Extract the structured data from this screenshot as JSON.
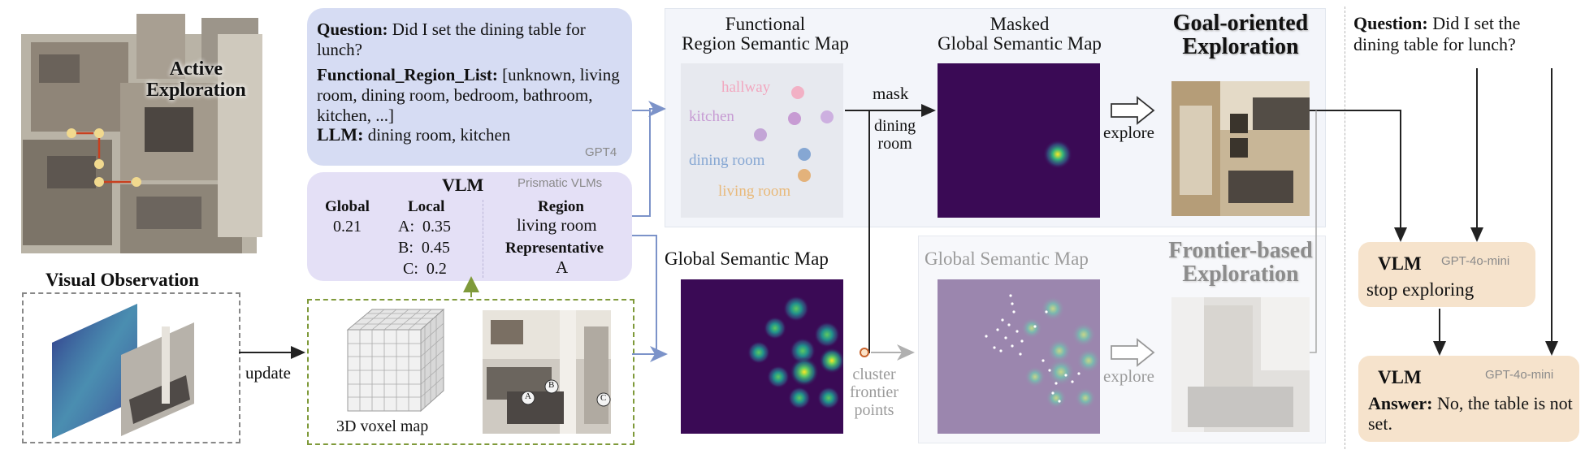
{
  "left": {
    "active_exploration": "Active\nExploration",
    "visual_observation": "Visual Observation",
    "update": "update"
  },
  "question_box": {
    "question_label": "Question:",
    "question_text": "Did I set the dining table for lunch?",
    "region_list_label": "Functional_Region_List:",
    "region_list_text": "[unknown, living room, dining room, bedroom, bathroom, kitchen, ...]",
    "llm_label": "LLM:",
    "llm_text": "dining room, kitchen",
    "model_tag": "GPT4"
  },
  "vlm_box": {
    "title": "VLM",
    "model_tag": "Prismatic VLMs",
    "global_label": "Global",
    "global_value": "0.21",
    "local_label": "Local",
    "local_rows": [
      "A:  0.35",
      "B:  0.45",
      "C:  0.2"
    ],
    "region_label": "Region",
    "region_value": "living room",
    "representative_label": "Representative",
    "representative_value": "A"
  },
  "voxel": {
    "label": "3D voxel map",
    "markers": [
      "A",
      "B",
      "C"
    ]
  },
  "goal_panel": {
    "functional_title": "Functional\nRegion Semantic Map",
    "regions": [
      {
        "name": "hallway",
        "color": "#f2a7bf"
      },
      {
        "name": "kitchen",
        "color": "#c79bd3"
      },
      {
        "name": "dining room",
        "color": "#86a7d3"
      },
      {
        "name": "living room",
        "color": "#e8b979"
      }
    ],
    "masked_title": "Masked\nGlobal Semantic Map",
    "mask_label": "mask",
    "dining_room_label": "dining\nroom",
    "explore_label": "explore",
    "goal_title": "Goal-oriented\nExploration"
  },
  "global_map": {
    "title": "Global Semantic Map",
    "cluster_label": "cluster\nfrontier\npoints"
  },
  "frontier_panel": {
    "map_title": "Global Semantic Map",
    "explore_label": "explore",
    "title": "Frontier-based\nExploration"
  },
  "right": {
    "question_label": "Question:",
    "question_text": "Did I set the dining table for lunch?",
    "vlm1_title": "VLM",
    "vlm1_tag": "GPT-4o-mini",
    "vlm1_text": "stop exploring",
    "vlm2_title": "VLM",
    "vlm2_tag": "GPT-4o-mini",
    "answer_label": "Answer:",
    "answer_text": "No, the table is not set."
  },
  "colors": {
    "arrow_blue": "#7c93c9",
    "arrow_dark": "#222222",
    "map_bg": "#3a0a55",
    "dashed_green": "#7f9a3a",
    "orange_arrow": "#c8632c"
  }
}
